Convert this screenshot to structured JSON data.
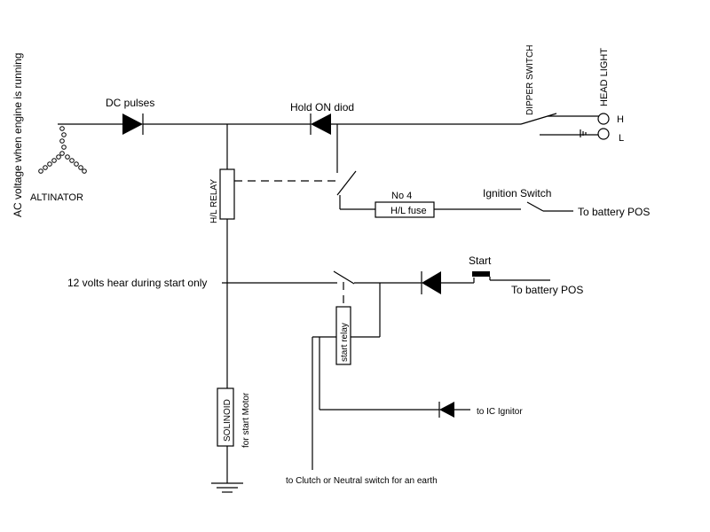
{
  "labels": {
    "ac_voltage": "AC voltage when engine is running",
    "altinator": "ALTINATOR",
    "dc_pulses": "DC pulses",
    "hold_on_diod": "Hold ON diod",
    "dipper_switch": "DIPPER SWITCH",
    "head_light": "HEAD LIGHT",
    "high_beam": "H",
    "low_beam": "L",
    "hl_relay": "H/L RELAY",
    "no4": "No 4",
    "hl_fuse": "H/L fuse",
    "ignition_switch": "Ignition Switch",
    "to_battery_pos_1": "To battery POS",
    "twelve_volts": "12 volts hear during start only",
    "start": "Start",
    "to_battery_pos_2": "To battery POS",
    "start_relay": "start relay",
    "to_ic_ignitor": "to IC Ignitor",
    "solinoid": "SOLINOID",
    "for_start_motor": "for start Motor",
    "clutch_note": "to Clutch or Neutral switch for an earth"
  },
  "colors": {
    "line": "#000000",
    "background": "#ffffff"
  }
}
